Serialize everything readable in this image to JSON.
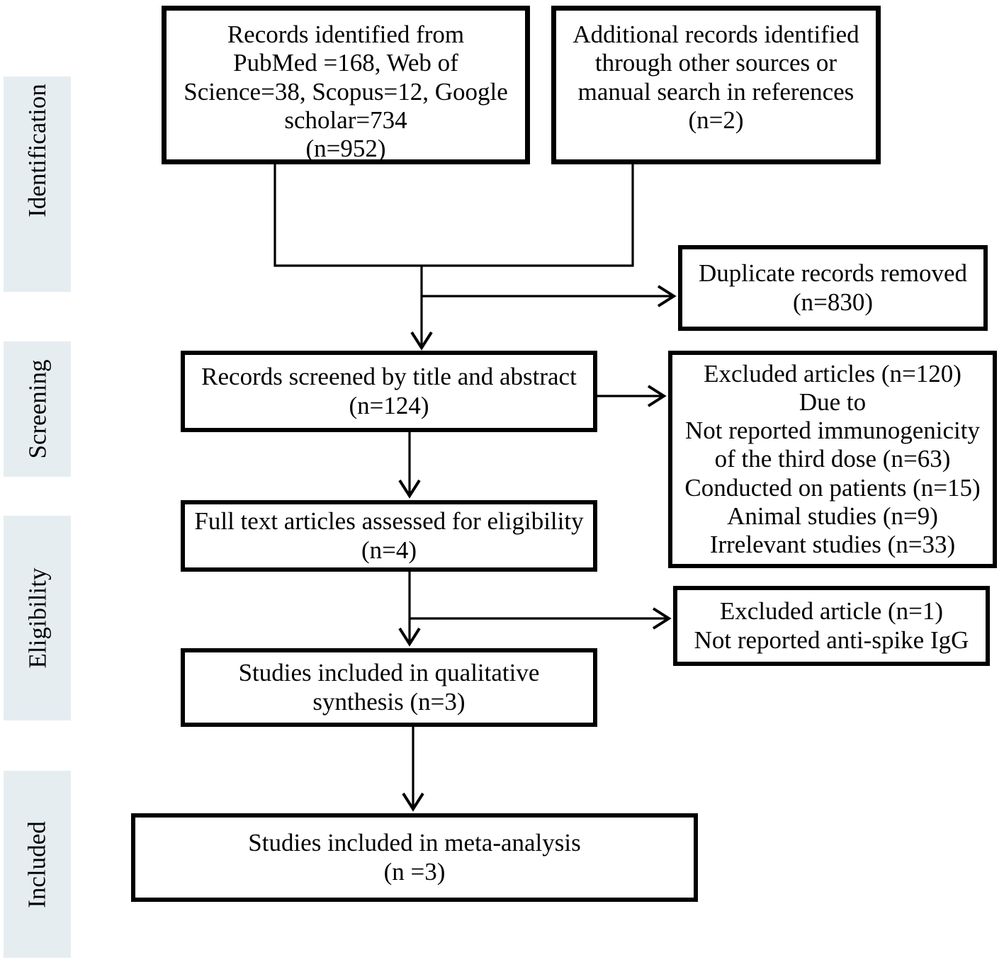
{
  "stages": [
    {
      "label": "Identification"
    },
    {
      "label": "Screening"
    },
    {
      "label": "Eligibility"
    },
    {
      "label": "Included"
    }
  ],
  "boxes": {
    "identified": {
      "text": "Records identified from\nPubMed =168, Web of\nScience=38, Scopus=12, Google\nscholar=734\n(n=952)"
    },
    "additional": {
      "text": "Additional records identified\nthrough other sources or\nmanual search in references\n(n=2)"
    },
    "duplicates_removed": {
      "text": "Duplicate records removed\n(n=830)"
    },
    "screened": {
      "text": "Records screened by title and abstract\n(n=124)"
    },
    "excluded_screening": {
      "text": "Excluded articles (n=120)\nDue to\nNot reported immunogenicity\nof the third dose (n=63)\nConducted on patients (n=15)\nAnimal studies (n=9)\nIrrelevant studies (n=33)"
    },
    "full_text": {
      "text": "Full text articles assessed for eligibility\n(n=4)"
    },
    "excluded_eligibility": {
      "text": "Excluded article (n=1)\nNot reported anti-spike IgG"
    },
    "qualitative": {
      "text": "Studies included in qualitative\nsynthesis (n=3)"
    },
    "meta_analysis": {
      "text": "Studies included in meta-analysis\n(n =3)"
    }
  },
  "colors": {
    "stage_background": "#e6edf1",
    "box_border": "#000000",
    "text": "#000000",
    "page_background": "#ffffff"
  }
}
